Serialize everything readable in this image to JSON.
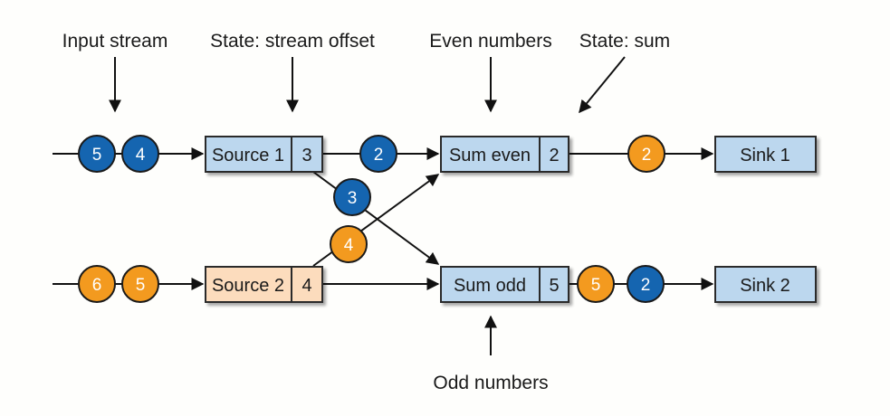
{
  "labels": {
    "input_stream": "Input stream",
    "state_stream_offset": "State: stream offset",
    "even_numbers": "Even numbers",
    "state_sum": "State: sum",
    "odd_numbers": "Odd numbers"
  },
  "operators": {
    "source1": {
      "name": "Source 1",
      "state": "3"
    },
    "source2": {
      "name": "Source 2",
      "state": "4"
    },
    "sum_even": {
      "name": "Sum even",
      "state": "2"
    },
    "sum_odd": {
      "name": "Sum odd",
      "state": "5"
    },
    "sink1": {
      "name": "Sink 1"
    },
    "sink2": {
      "name": "Sink 2"
    }
  },
  "events": {
    "in1_a": "5",
    "in1_b": "4",
    "in2_a": "6",
    "in2_b": "5",
    "s1_to_even": "2",
    "s1_to_odd": "3",
    "s2_to_even": "4",
    "even_to_sink1": "2",
    "odd_to_sink2_a": "5",
    "odd_to_sink2_b": "2"
  },
  "colors": {
    "blue_event": "#1565b0",
    "orange_event": "#f39a1f",
    "box_blue": "#bcd7ee",
    "box_peach": "#fcdcbd",
    "box_border": "#2a2a2a"
  }
}
